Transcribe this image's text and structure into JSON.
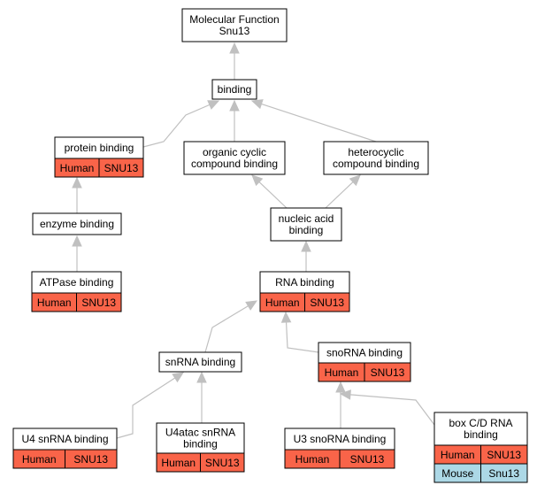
{
  "colors": {
    "human": "#f96449",
    "mouse": "#acd8e6",
    "edge": "#c0c0c0",
    "border": "#000000"
  },
  "nodes": [
    {
      "id": "molecular-function",
      "lines": [
        "Molecular Function",
        "Snu13"
      ],
      "tags": []
    },
    {
      "id": "binding",
      "lines": [
        "binding"
      ],
      "tags": []
    },
    {
      "id": "protein-binding",
      "lines": [
        "protein binding"
      ],
      "tags": [
        {
          "species": "Human",
          "gene": "SNU13",
          "color": "human"
        }
      ]
    },
    {
      "id": "organic-cyclic",
      "lines": [
        "organic cyclic",
        "compound binding"
      ],
      "tags": []
    },
    {
      "id": "heterocyclic",
      "lines": [
        "heterocyclic",
        "compound binding"
      ],
      "tags": []
    },
    {
      "id": "enzyme-binding",
      "lines": [
        "enzyme binding"
      ],
      "tags": []
    },
    {
      "id": "nucleic-acid",
      "lines": [
        "nucleic acid",
        "binding"
      ],
      "tags": []
    },
    {
      "id": "atpase-binding",
      "lines": [
        "ATPase binding"
      ],
      "tags": [
        {
          "species": "Human",
          "gene": "SNU13",
          "color": "human"
        }
      ]
    },
    {
      "id": "rna-binding",
      "lines": [
        "RNA binding"
      ],
      "tags": [
        {
          "species": "Human",
          "gene": "SNU13",
          "color": "human"
        }
      ]
    },
    {
      "id": "snorna-binding",
      "lines": [
        "snoRNA binding"
      ],
      "tags": [
        {
          "species": "Human",
          "gene": "SNU13",
          "color": "human"
        }
      ]
    },
    {
      "id": "snrna-binding",
      "lines": [
        "snRNA binding"
      ],
      "tags": []
    },
    {
      "id": "u4-snrna",
      "lines": [
        "U4 snRNA binding"
      ],
      "tags": [
        {
          "species": "Human",
          "gene": "SNU13",
          "color": "human"
        }
      ]
    },
    {
      "id": "u4atac-snrna",
      "lines": [
        "U4atac snRNA",
        "binding"
      ],
      "tags": [
        {
          "species": "Human",
          "gene": "SNU13",
          "color": "human"
        }
      ]
    },
    {
      "id": "u3-snorna",
      "lines": [
        "U3 snoRNA binding"
      ],
      "tags": [
        {
          "species": "Human",
          "gene": "SNU13",
          "color": "human"
        }
      ]
    },
    {
      "id": "box-cd-rna",
      "lines": [
        "box C/D RNA",
        "binding"
      ],
      "tags": [
        {
          "species": "Human",
          "gene": "SNU13",
          "color": "human"
        },
        {
          "species": "Mouse",
          "gene": "Snu13",
          "color": "mouse"
        }
      ]
    }
  ],
  "edges": [
    {
      "from": "binding",
      "to": "molecular-function"
    },
    {
      "from": "protein-binding",
      "to": "binding"
    },
    {
      "from": "organic-cyclic",
      "to": "binding"
    },
    {
      "from": "heterocyclic",
      "to": "binding"
    },
    {
      "from": "enzyme-binding",
      "to": "protein-binding"
    },
    {
      "from": "nucleic-acid",
      "to": "organic-cyclic"
    },
    {
      "from": "nucleic-acid",
      "to": "heterocyclic"
    },
    {
      "from": "atpase-binding",
      "to": "enzyme-binding"
    },
    {
      "from": "rna-binding",
      "to": "nucleic-acid"
    },
    {
      "from": "snrna-binding",
      "to": "rna-binding"
    },
    {
      "from": "snorna-binding",
      "to": "rna-binding"
    },
    {
      "from": "u4-snrna",
      "to": "snrna-binding"
    },
    {
      "from": "u4atac-snrna",
      "to": "snrna-binding"
    },
    {
      "from": "u3-snorna",
      "to": "snorna-binding"
    },
    {
      "from": "box-cd-rna",
      "to": "snorna-binding"
    }
  ]
}
